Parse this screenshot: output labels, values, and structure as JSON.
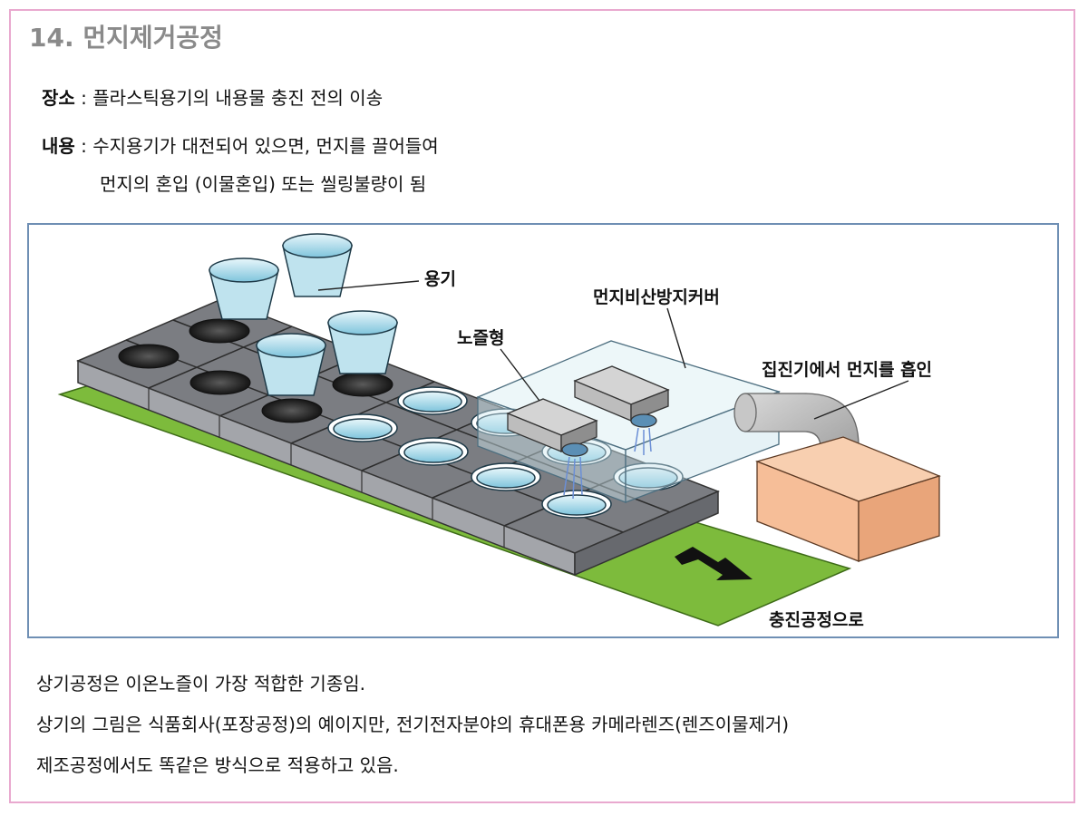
{
  "title": "14. 먼지제거공정",
  "info": {
    "place_label": "장소",
    "place_value": ": 플라스틱용기의 내용물 충진 전의 이송",
    "content_label": "내용",
    "content_value_1": ": 수지용기가 대전되어 있으면, 먼지를 끌어들여",
    "content_value_2": "먼지의 혼입 (이물혼입) 또는 씰링불량이 됨"
  },
  "diagram": {
    "label_container": "용기",
    "label_cover": "먼지비산방지커버",
    "label_nozzle": "노즐형",
    "label_collector": "집진기에서 먼지를 흡인",
    "label_direction": "충진공정으로"
  },
  "notes": [
    "상기공정은 이온노즐이 가장 적합한 기종임.",
    "상기의 그림은 식품회사(포장공정)의 예이지만, 전기전자분야의 휴대폰용 카메라렌즈(렌즈이물제거)",
    "제조공정에서도 똑같은 방식으로 적용하고 있음."
  ],
  "colors": {
    "frame": "#e9a9cf",
    "figure_border": "#6f8fb4",
    "conveyor": "#7dbb3c",
    "tray": "#9c9ea3",
    "cup": "#bfe3ee",
    "collector_box": "#f6be98"
  }
}
